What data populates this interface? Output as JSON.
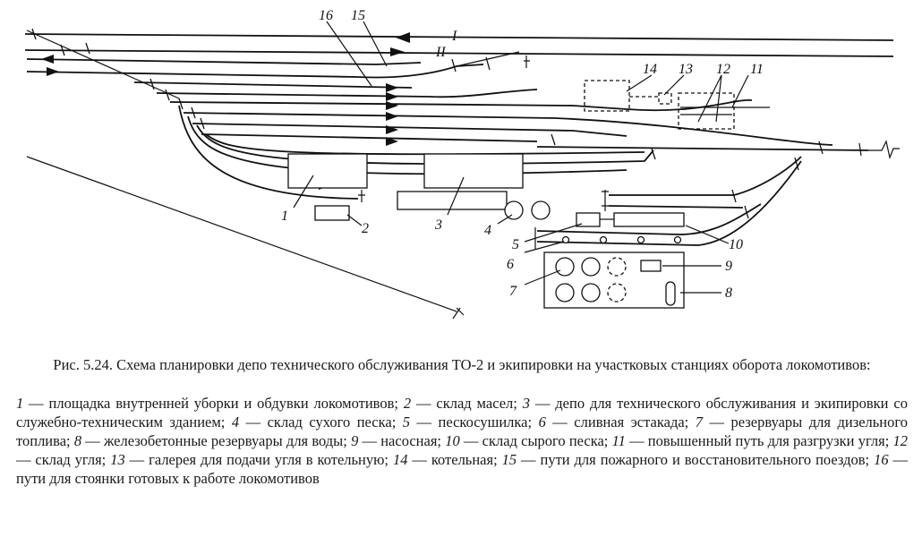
{
  "figure": {
    "track_labels": {
      "main_1": "I",
      "main_2": "II"
    },
    "callouts": [
      "1",
      "2",
      "3",
      "4",
      "5",
      "6",
      "7",
      "8",
      "9",
      "10",
      "11",
      "12",
      "13",
      "14",
      "15",
      "16"
    ]
  },
  "caption": {
    "title": "Рис. 5.24. Схема планировки депо технического обслуживания ТО-2 и экипировки на участковых станциях оборота локомотивов:",
    "legend": [
      {
        "num": "1",
        "text": "площадка внутренней уборки и обдувки локомотивов;"
      },
      {
        "num": "2",
        "text": "склад масел;"
      },
      {
        "num": "3",
        "text": "депо для технического обслуживания и экипировки со служебно-техническим зданием;"
      },
      {
        "num": "4",
        "text": "склад сухого песка;"
      },
      {
        "num": "5",
        "text": "пескосушилка;"
      },
      {
        "num": "6",
        "text": "сливная эстакада;"
      },
      {
        "num": "7",
        "text": "резервуары для дизельного топлива;"
      },
      {
        "num": "8",
        "text": "железобетонные резервуары для воды;"
      },
      {
        "num": "9",
        "text": "насосная;"
      },
      {
        "num": "10",
        "text": "склад сырого песка;"
      },
      {
        "num": "11",
        "text": "повышенный путь для разгрузки угля;"
      },
      {
        "num": "12",
        "text": "склад угля;"
      },
      {
        "num": "13",
        "text": "галерея для подачи угля в котельную;"
      },
      {
        "num": "14",
        "text": "котельная;"
      },
      {
        "num": "15",
        "text": "пути для пожарного и восстановительного поездов;"
      },
      {
        "num": "16",
        "text": "пути для стоянки готовых к работе локомотивов"
      }
    ]
  }
}
